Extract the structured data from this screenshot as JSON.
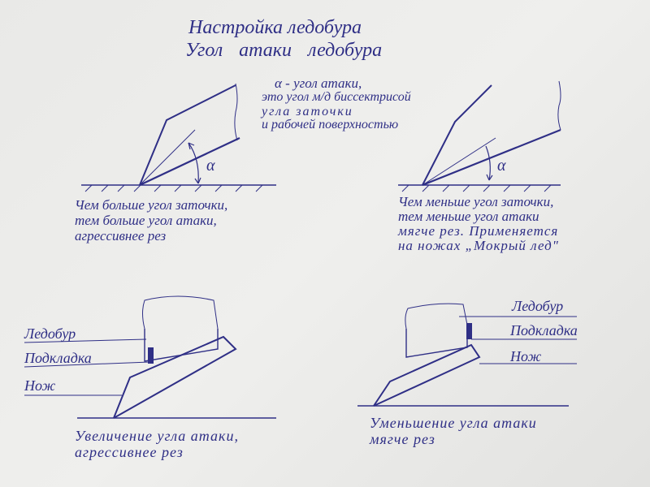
{
  "title": "Настройка ледобура",
  "subtitle": "Угол атаки ледобура",
  "definition": [
    "α - угол атаки,",
    "это угол м/д биссектрисой",
    "угла заточки",
    "и рабочей поверхностью"
  ],
  "angle_symbol": "α",
  "left_note": [
    "Чем больше угол заточки,",
    "тем больше угол атаки,",
    "агрессивнее рез"
  ],
  "right_note": [
    "Чем меньше угол заточки,",
    "тем меньше угол атаки",
    "мягче рез. Применяется",
    "на ножах „Мокрый лед\""
  ],
  "labels": {
    "drill": "Ледобур",
    "pad": "Подкладка",
    "knife": "Нож"
  },
  "bottom_left_caption": [
    "Увеличение угла атаки,",
    "агрессивнее рез"
  ],
  "bottom_right_caption": [
    "Уменьшение угла атаки",
    "мягче рез"
  ],
  "colors": {
    "ink": "#2f2f86",
    "paper": "#ececea"
  }
}
